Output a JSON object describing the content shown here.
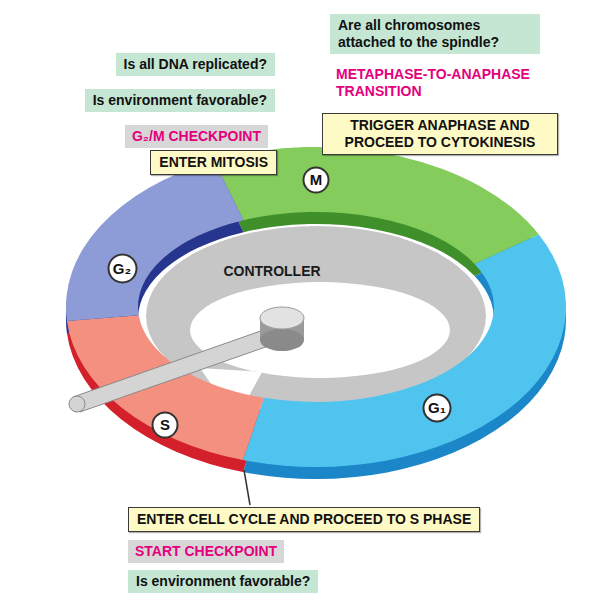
{
  "diagram": {
    "nodes": [
      {
        "text": [
          "Are all chromosomes attached to the spindle?"
        ]
      },
      {
        "text": [
          "Is all DNA replicated?"
        ]
      },
      {
        "text": [
          "Is environment favorable?"
        ]
      },
      {
        "text": [
          "TRIGGER ANAPHASE AND PROCEED TO CYTOKINESIS"
        ]
      },
      {
        "text": [
          "G₂/M CHECKPOINT"
        ]
      },
      {
        "text": [
          "ENTER MITOSIS"
        ]
      },
      {
        "text": [
          "M"
        ]
      },
      {
        "text": [
          "G₂"
        ]
      },
      {
        "text": [
          "S"
        ]
      },
      {
        "text": [
          "G₁"
        ]
      },
      {
        "text": [
          "ENTER CELL CYCLE AND PROCEED TO S PHASE"
        ]
      },
      {
        "text": [
          "START CHECKPOINT"
        ]
      },
      {
        "text": [
          "Is environment favorable?"
        ]
      }
    ],
    "labels": [
      "METAPHASE-TO-ANAPHASE TRANSITION",
      "CONTROLLER"
    ]
  }
}
